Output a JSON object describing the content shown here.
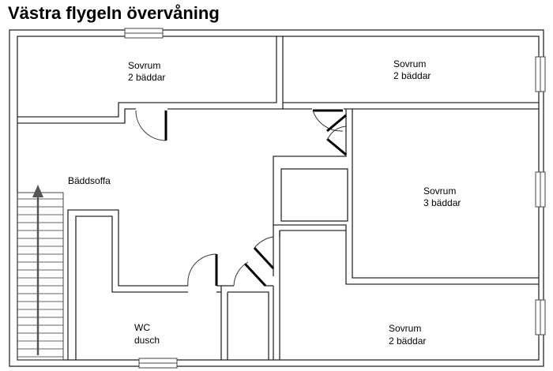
{
  "title": "Västra flygeln övervåning",
  "rooms": [
    {
      "name": "Sovrum",
      "detail": "2 bäddar"
    },
    {
      "name": "Sovrum",
      "detail": "2 bäddar"
    },
    {
      "name": "Sovrum",
      "detail": "3 bäddar"
    },
    {
      "name": "Sovrum",
      "detail": "2 bäddar"
    },
    {
      "name": "WC",
      "detail": "dusch"
    }
  ],
  "hall_label": "Bäddsoffa"
}
